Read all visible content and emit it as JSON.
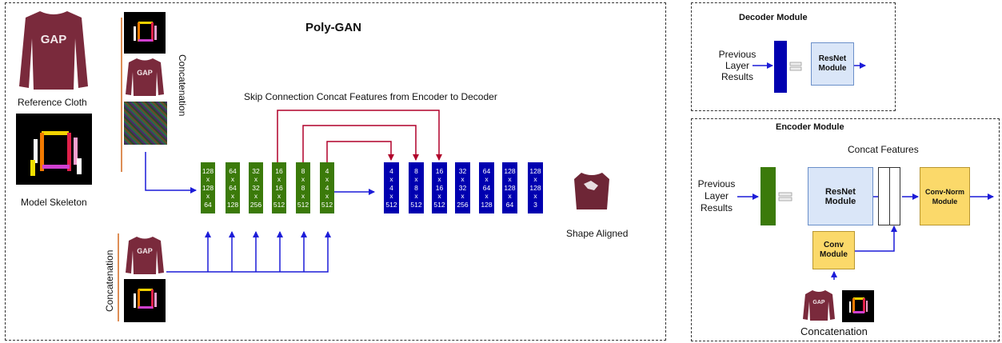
{
  "title": "Poly-GAN",
  "inputs": {
    "reference_cloth": "Reference Cloth",
    "model_skeleton": "Model Skeleton",
    "concatenation_top": "Concatenation",
    "concatenation_bottom": "Concatenation",
    "shirt_logo": "GAP"
  },
  "skip_label": "Skip Connection Concat Features from Encoder to Decoder",
  "output_label": "Shape Aligned",
  "encoder_blocks": [
    [
      "128",
      "x",
      "128",
      "x",
      "64"
    ],
    [
      "64",
      "x",
      "64",
      "x",
      "128"
    ],
    [
      "32",
      "x",
      "32",
      "x",
      "256"
    ],
    [
      "16",
      "x",
      "16",
      "x",
      "512"
    ],
    [
      "8",
      "x",
      "8",
      "x",
      "512"
    ],
    [
      "4",
      "x",
      "4",
      "x",
      "512"
    ]
  ],
  "decoder_blocks": [
    [
      "4",
      "x",
      "4",
      "x",
      "512"
    ],
    [
      "8",
      "x",
      "8",
      "x",
      "512"
    ],
    [
      "16",
      "x",
      "16",
      "x",
      "512"
    ],
    [
      "32",
      "x",
      "32",
      "x",
      "256"
    ],
    [
      "64",
      "x",
      "64",
      "x",
      "128"
    ],
    [
      "128",
      "x",
      "128",
      "x",
      "64"
    ],
    [
      "128",
      "x",
      "128",
      "x",
      "3"
    ]
  ],
  "decoder_module": {
    "title": "Decoder Module",
    "input_label": [
      "Previous",
      "Layer",
      "Results"
    ],
    "resnet": [
      "ResNet",
      "Module"
    ]
  },
  "encoder_module": {
    "title": "Encoder Module",
    "concat_label": "Concat Features",
    "input_label": [
      "Previous",
      "Layer",
      "Results"
    ],
    "resnet": [
      "ResNet",
      "Module"
    ],
    "convnorm": [
      "Conv-Norm",
      "Module"
    ],
    "conv": [
      "Conv",
      "Module"
    ],
    "concat_bottom": "Concatenation"
  },
  "colors": {
    "encoder": "#3b7a0a",
    "decoder": "#0000b0",
    "arrow": "#1c1cd8",
    "skip": "#b0002a",
    "shirt": "#7a2a3c",
    "resnet": "#dae6f8",
    "yellow": "#fbd96a"
  }
}
